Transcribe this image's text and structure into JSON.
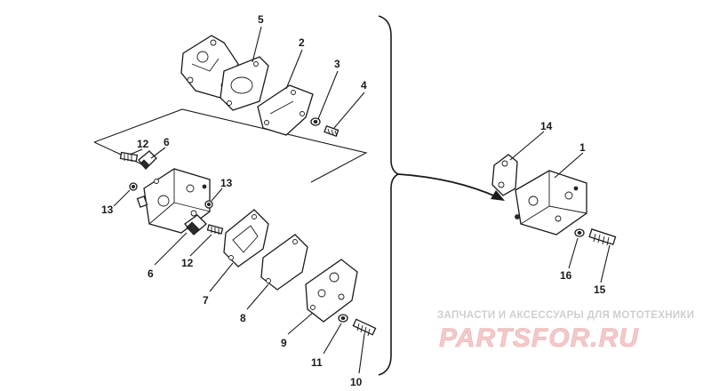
{
  "callouts": {
    "c1": "1",
    "c2": "2",
    "c3": "3",
    "c4": "4",
    "c5": "5",
    "c6a": "6",
    "c6b": "6",
    "c7": "7",
    "c8": "8",
    "c9": "9",
    "c10": "10",
    "c11": "11",
    "c12a": "12",
    "c12b": "12",
    "c13a": "13",
    "c13b": "13",
    "c14": "14",
    "c15": "15",
    "c16": "16"
  },
  "watermark": {
    "tagline": "ЗАПЧАСТИ И АКСЕССУАРЫ ДЛЯ МОТОТЕХНИКИ",
    "logo": "PARTSFOR.RU"
  },
  "colors": {
    "ink": "#1a1a1a",
    "watermark_red": "#f3c9c9",
    "watermark_gray": "#cfcfcf"
  }
}
